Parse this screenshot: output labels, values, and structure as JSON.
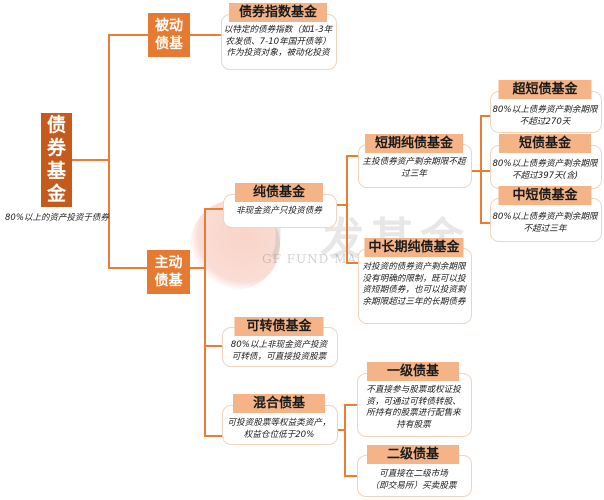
{
  "colors": {
    "root_fill": "#c65a1c",
    "category_fill": "#e77a31",
    "connector": "#ea7c34",
    "card_header_fill": "#f4b487",
    "card_border": "#f3d4bd"
  },
  "watermark": {
    "brand_cn": "广发基金",
    "brand_en": "GF FUND MANAGEMENT"
  },
  "root": {
    "label": "债券基金",
    "chars": [
      "债",
      "券",
      "基",
      "金"
    ],
    "caption": "80%以上的资产投资于债券"
  },
  "categories": {
    "passive": {
      "line1": "被动",
      "line2": "债基"
    },
    "active": {
      "line1": "主动",
      "line2": "债基"
    }
  },
  "cards": {
    "index_fund": {
      "title": "债券指数基金",
      "lines": [
        "以特定的债券指数（如1-3年",
        "农发债、7-10年国开债等）",
        "作为投资对象，被动化投资"
      ]
    },
    "pure_bond": {
      "title": "纯债基金",
      "lines": [
        "非现金资产只投资债券"
      ]
    },
    "short_pure": {
      "title": "短期纯债基金",
      "lines": [
        "主投债券资产剩余期限不超",
        "过三年"
      ]
    },
    "midlong_pure": {
      "title": "中长期纯债基金",
      "lines": [
        "对投资的债券资产剩余期限",
        "没有明确的限制，既可以投",
        "资短期债券，也可以投资剩",
        "余期限超过三年的长期债券"
      ]
    },
    "ultra_short": {
      "title": "超短债基金",
      "lines": [
        "80%以上债券资产剩余期限",
        "不超过270天"
      ]
    },
    "short_bond": {
      "title": "短债基金",
      "lines": [
        "80%以上债券资产剩余期限",
        "不超过397天(含)"
      ]
    },
    "mid_short": {
      "title": "中短债基金",
      "lines": [
        "80%以上债券资产剩余期限",
        "不超过三年"
      ]
    },
    "convertible": {
      "title": "可转债基金",
      "lines": [
        "80%以上非现金资产投资",
        "可转债，可直接投资股票"
      ]
    },
    "mixed": {
      "title": "混合债基",
      "lines": [
        "可投资股票等权益类资产，",
        "权益仓位低于20%"
      ]
    },
    "tier1": {
      "title": "一级债基",
      "lines": [
        "不直接参与股票或权证投",
        "资，可通过可转债转股、",
        "所持有的股票进行配售来",
        "持有股票"
      ]
    },
    "tier2": {
      "title": "二级债基",
      "lines": [
        "可直接在二级市场",
        "（即交易所）买卖股票"
      ]
    }
  }
}
